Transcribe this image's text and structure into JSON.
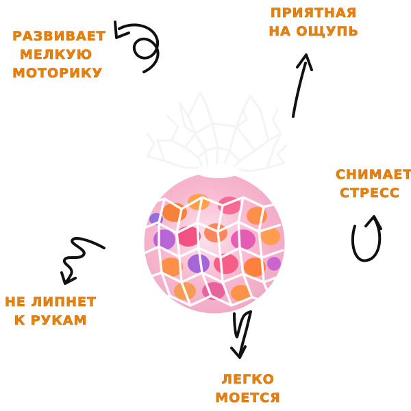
{
  "labels": {
    "motor": {
      "line1": "РАЗВИВАЕТ",
      "line2": "МЕЛКУЮ",
      "line3": "МОТОРИКУ"
    },
    "touch": {
      "line1": "ПРИЯТНАЯ",
      "line2": "НА ОЩУПЬ"
    },
    "stress": {
      "line1": "СНИМАЕТ",
      "line2": "СТРЕСС"
    },
    "sticky": {
      "line1": "НЕ ЛИПНЕТ",
      "line2": "К РУКАМ"
    },
    "wash": {
      "line1": "ЛЕГКО",
      "line2": "МОЕТСЯ"
    }
  },
  "colors": {
    "label": "#e8820e",
    "arrow": "#111111",
    "mesh": "#ffffff"
  },
  "icons": {
    "ball": "mesh-stress-ball-image",
    "arrows": [
      "curl-arrow-icon",
      "up-arrow-icon",
      "u-turn-arrow-icon",
      "zigzag-arrow-icon",
      "down-zigzag-arrow-icon"
    ]
  }
}
